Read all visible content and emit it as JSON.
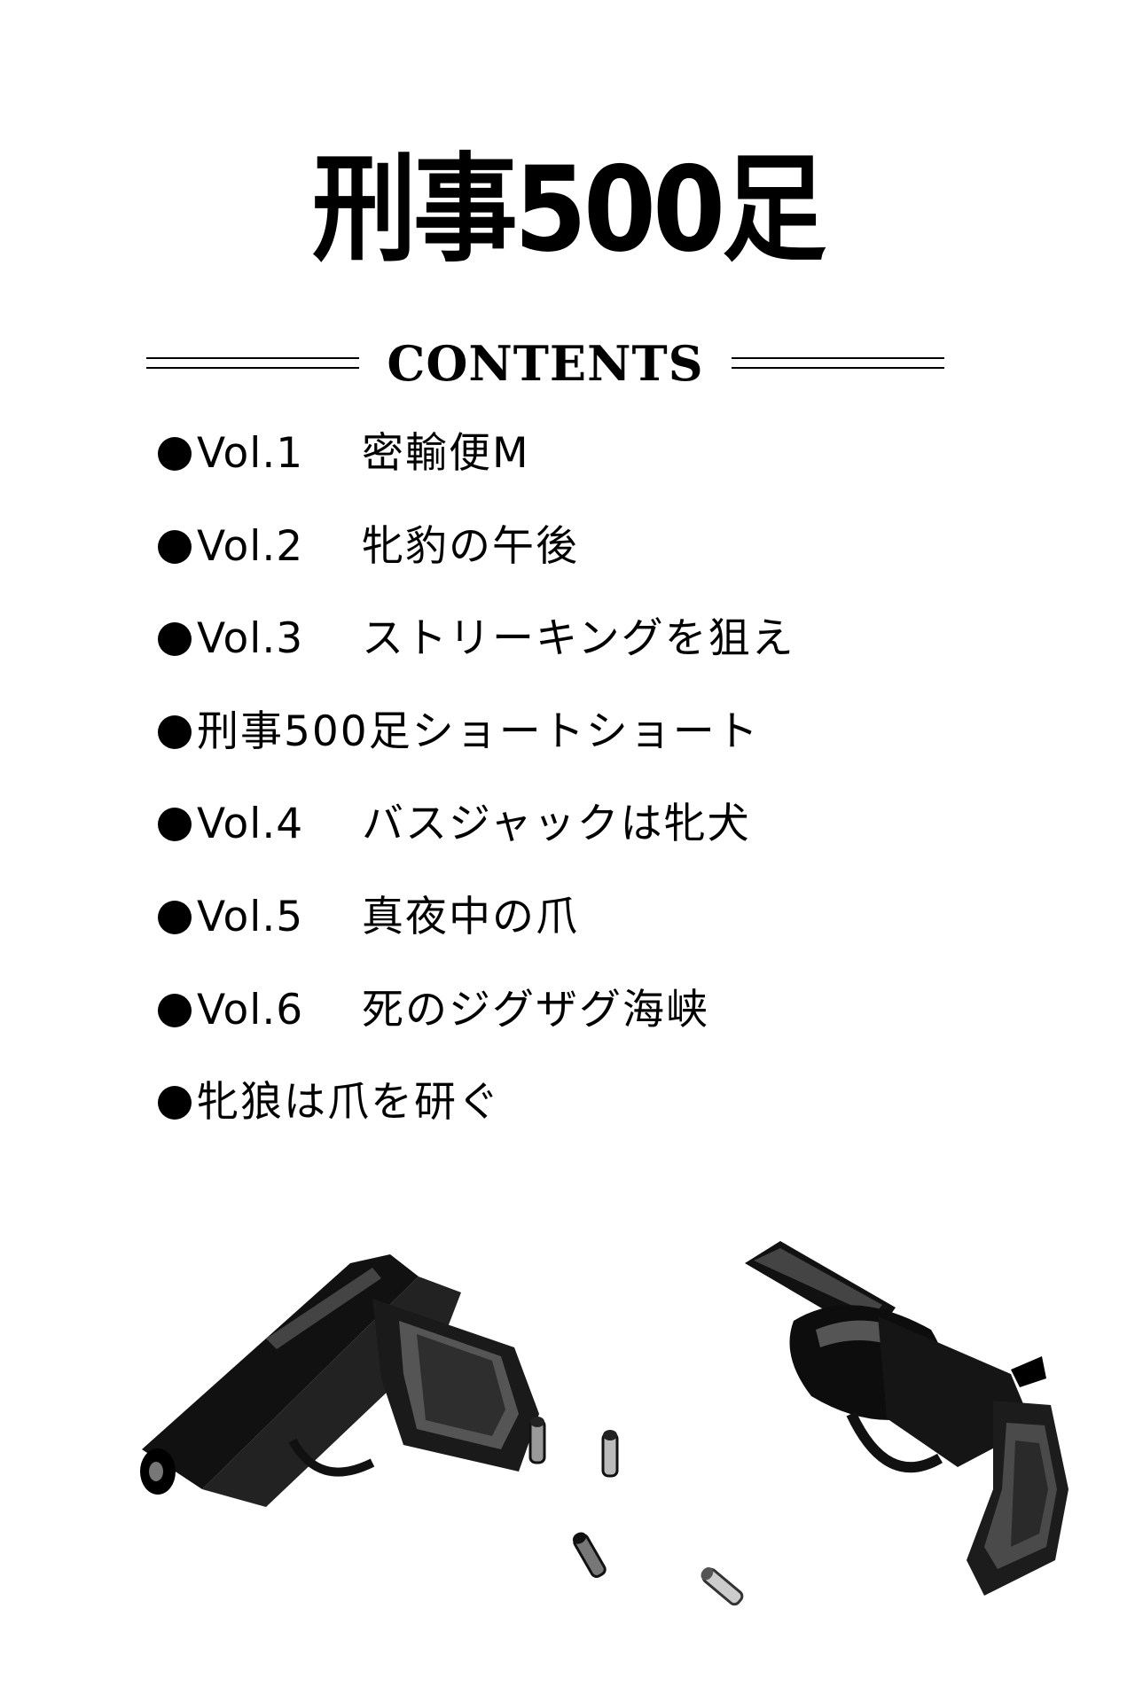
{
  "title": "刑事500足",
  "contents_label": "CONTENTS",
  "toc": [
    {
      "vol": "Vol.1",
      "title": "密輸便M"
    },
    {
      "vol": "Vol.2",
      "title": "牝豹の午後"
    },
    {
      "vol": "Vol.3",
      "title": "ストリーキングを狙え"
    },
    {
      "vol": "",
      "title": "刑事500足ショートショート"
    },
    {
      "vol": "Vol.4",
      "title": "バスジャックは牝犬"
    },
    {
      "vol": "Vol.5",
      "title": "真夜中の爪"
    },
    {
      "vol": "Vol.6",
      "title": "死のジグザグ海峡"
    },
    {
      "vol": "",
      "title": "牝狼は爪を研ぐ"
    }
  ],
  "illustration": {
    "pistol_icon": "automatic-pistol-icon",
    "revolver_icon": "revolver-icon",
    "bullet_icon": "cartridge-icon"
  },
  "colors": {
    "ink": "#000000",
    "paper": "#ffffff"
  }
}
